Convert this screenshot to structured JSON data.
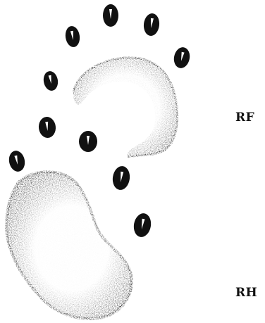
{
  "labels": {
    "front": "RF",
    "hind": "RH"
  },
  "colors": {
    "ink": "#111111",
    "background": "#ffffff"
  },
  "prints": [
    {
      "name": "right-front-print",
      "toes": 5
    },
    {
      "name": "right-hind-print",
      "toes": 5
    }
  ]
}
